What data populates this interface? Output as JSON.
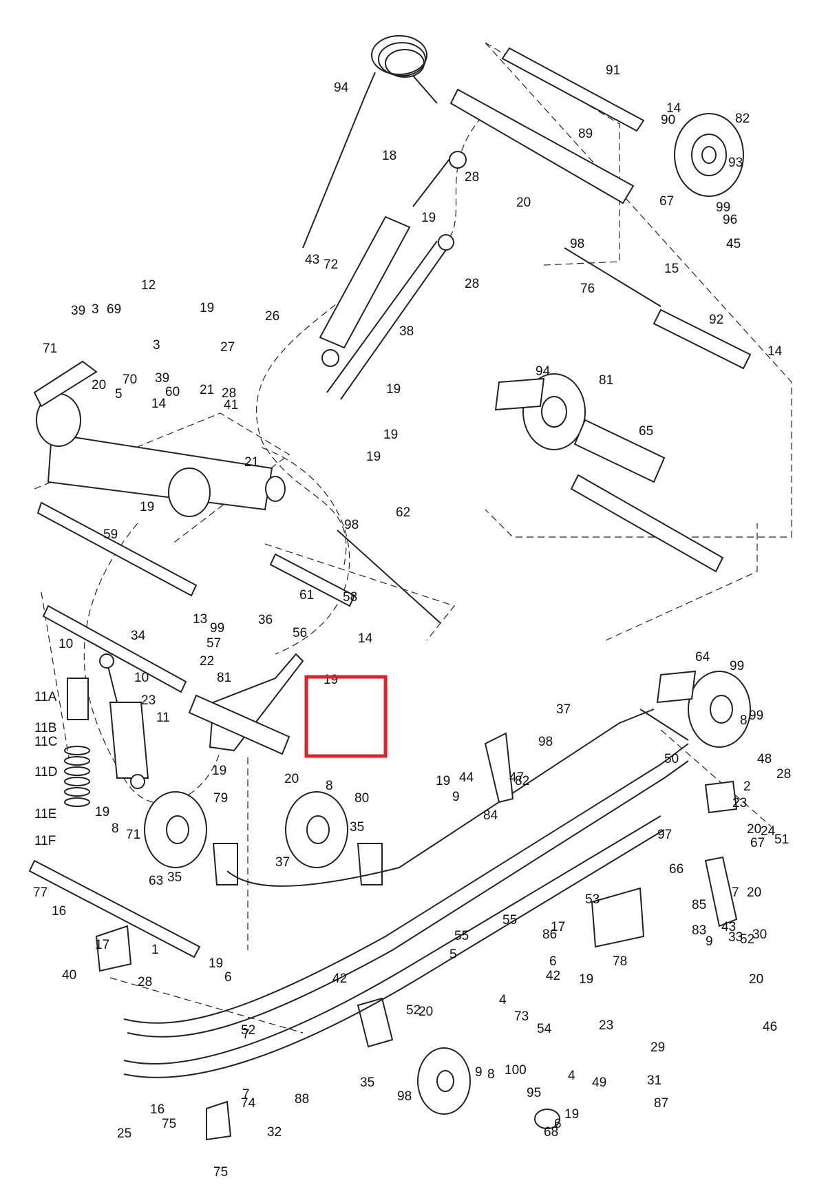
{
  "highlight": {
    "color": "#e0202a"
  },
  "callouts": [
    "1",
    "2",
    "3",
    "3",
    "4",
    "4",
    "5",
    "5",
    "6",
    "6",
    "6",
    "7",
    "7",
    "7",
    "8",
    "8",
    "8",
    "8",
    "9",
    "9",
    "9",
    "10",
    "10",
    "11",
    "11A",
    "11B",
    "11C",
    "11D",
    "11E",
    "11F",
    "12",
    "13",
    "14",
    "14",
    "14",
    "14",
    "15",
    "16",
    "16",
    "17",
    "17",
    "18",
    "19",
    "19",
    "19",
    "19",
    "19",
    "19",
    "19",
    "19",
    "19",
    "19",
    "19",
    "19",
    "19",
    "20",
    "20",
    "20",
    "20",
    "20",
    "20",
    "20",
    "21",
    "21",
    "22",
    "23",
    "23",
    "23",
    "24",
    "25",
    "26",
    "27",
    "28",
    "28",
    "28",
    "28",
    "28",
    "29",
    "30",
    "31",
    "32",
    "33",
    "34",
    "35",
    "35",
    "35",
    "36",
    "37",
    "37",
    "38",
    "39",
    "39",
    "40",
    "41",
    "42",
    "42",
    "43",
    "43",
    "44",
    "45",
    "46",
    "47",
    "48",
    "49",
    "50",
    "51",
    "52",
    "52",
    "52",
    "53",
    "54",
    "55",
    "55",
    "56",
    "57",
    "58",
    "59",
    "60",
    "61",
    "62",
    "63",
    "64",
    "65",
    "66",
    "67",
    "67",
    "68",
    "69",
    "70",
    "71",
    "71",
    "72",
    "73",
    "74",
    "75",
    "75",
    "76",
    "77",
    "78",
    "79",
    "80",
    "81",
    "81",
    "82",
    "82",
    "83",
    "84",
    "85",
    "86",
    "87",
    "88",
    "89",
    "90",
    "91",
    "92",
    "93",
    "94",
    "94",
    "95",
    "96",
    "97",
    "98",
    "98",
    "98",
    "98",
    "99",
    "99",
    "99",
    "99",
    "100"
  ]
}
